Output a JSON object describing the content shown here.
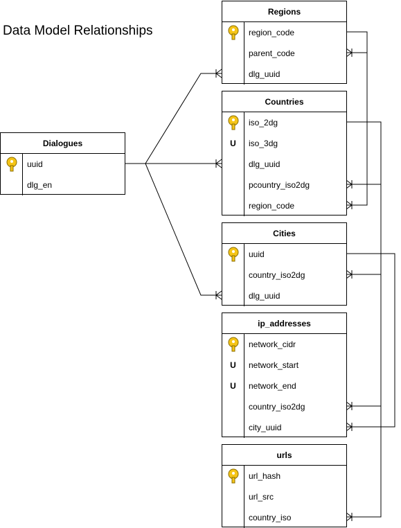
{
  "title": "Data Model Relationships",
  "key_icon_color": "#f5c518",
  "entities": {
    "regions": {
      "name": "Regions",
      "fields": [
        {
          "name": "region_code",
          "key": "pk"
        },
        {
          "name": "parent_code",
          "key": ""
        },
        {
          "name": "dlg_uuid",
          "key": ""
        }
      ]
    },
    "countries": {
      "name": "Countries",
      "fields": [
        {
          "name": "iso_2dg",
          "key": "pk"
        },
        {
          "name": "iso_3dg",
          "key": "U"
        },
        {
          "name": "dlg_uuid",
          "key": ""
        },
        {
          "name": "pcountry_iso2dg",
          "key": ""
        },
        {
          "name": "region_code",
          "key": ""
        }
      ]
    },
    "dialogues": {
      "name": "Dialogues",
      "fields": [
        {
          "name": "uuid",
          "key": "pk"
        },
        {
          "name": "dlg_en",
          "key": ""
        }
      ]
    },
    "cities": {
      "name": "Cities",
      "fields": [
        {
          "name": "uuid",
          "key": "pk"
        },
        {
          "name": "country_iso2dg",
          "key": ""
        },
        {
          "name": "dlg_uuid",
          "key": ""
        }
      ]
    },
    "ip_addresses": {
      "name": "ip_addresses",
      "fields": [
        {
          "name": "network_cidr",
          "key": "pk"
        },
        {
          "name": "network_start",
          "key": "U"
        },
        {
          "name": "network_end",
          "key": "U"
        },
        {
          "name": "country_iso2dg",
          "key": ""
        },
        {
          "name": "city_uuid",
          "key": ""
        }
      ]
    },
    "urls": {
      "name": "urls",
      "fields": [
        {
          "name": "url_hash",
          "key": "pk"
        },
        {
          "name": "url_src",
          "key": ""
        },
        {
          "name": "country_iso",
          "key": ""
        }
      ]
    }
  }
}
